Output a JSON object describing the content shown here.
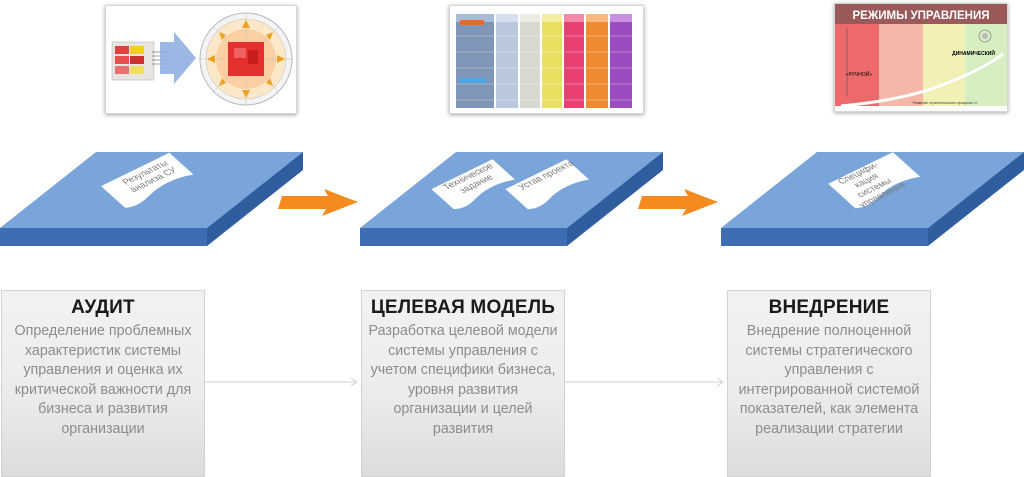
{
  "thumbnail_3": {
    "header": "РЕЖИМЫ УПРАВЛЕНИЯ",
    "label_manual": "«РУЧНОЙ»",
    "label_dynamic": "ДИНАМИЧЕСКИЙ",
    "footer": "Развитие стратегического процесса »»"
  },
  "stages": [
    {
      "title": "АУДИТ",
      "description": "Определение проблемных характеристик системы управления и оценка их критической важности для бизнеса и развития организации",
      "documents": [
        "Результаты анализа СУ"
      ]
    },
    {
      "title": "ЦЕЛЕВАЯ МОДЕЛЬ",
      "description": "Разработка целевой модели системы управления с учетом специфики бизнеса, уровня развития организации и целей развития",
      "documents": [
        "Техническое задание",
        "Устав проекта"
      ]
    },
    {
      "title": "ВНЕДРЕНИЕ",
      "description": "Внедрение полноценной системы стратегического управления с интегрированной системой показателей, как элемента реализации стратегии",
      "documents": [
        "Специфи-кация системы управления"
      ]
    }
  ],
  "colors": {
    "platform_top": "#7aa5da",
    "platform_side": "#3e6eb1",
    "arrow": "#f58a1f",
    "card_title": "#1a1a1a",
    "card_text": "#8c8c8c"
  }
}
